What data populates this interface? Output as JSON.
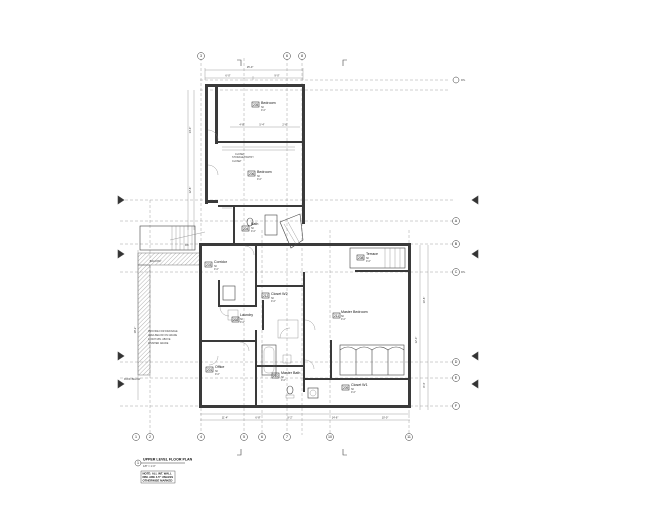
{
  "drawing": {
    "title_block": {
      "view_number": "1",
      "title": "UPPER LEVEL FLOOR PLAN",
      "scale": "1/8\" = 1'-0\"",
      "note_lines": [
        "NOTE: ALL INT. WALL",
        "DIM. ARE 4.5\" UNLESS",
        "OTHERWISE MARKED"
      ]
    },
    "grid_bubbles_top": [
      "3",
      "6",
      "8"
    ],
    "grid_bubbles_bottom": [
      "1",
      "2",
      "4",
      "5",
      "6",
      "7",
      "10",
      "11"
    ],
    "grid_bubbles_right": [
      "A",
      "B",
      "C",
      "D",
      "E",
      "F"
    ],
    "level_tags": [
      "FIN.",
      "FIN."
    ],
    "rooms": [
      {
        "id": "bedroom-1",
        "number": "205",
        "name": "Bedroom",
        "area": "SF",
        "height": "9'-0\""
      },
      {
        "id": "bedroom-2",
        "number": "206",
        "name": "Bedroom",
        "area": "SF",
        "height": "9'-0\""
      },
      {
        "id": "bath",
        "number": "204",
        "name": "Bath",
        "area": "SF",
        "height": "9'-0\""
      },
      {
        "id": "corridor",
        "number": "203",
        "name": "Corridor",
        "area": "SF",
        "height": "9'-0\""
      },
      {
        "id": "terrace",
        "number": "208",
        "name": "Terrace",
        "area": "SF",
        "height": "9'-0\""
      },
      {
        "id": "closet-w2",
        "number": "212",
        "name": "Closet W2",
        "area": "SF",
        "height": "9'-0\""
      },
      {
        "id": "laundry",
        "number": "202",
        "name": "Laundry",
        "area": "SF",
        "height": "9'-0\""
      },
      {
        "id": "master-bedroom",
        "number": "211",
        "name": "Master Bedroom",
        "area": "SF",
        "height": "9'-0\""
      },
      {
        "id": "office",
        "number": "201",
        "name": "Office",
        "area": "SF",
        "height": "9'-0\""
      },
      {
        "id": "master-bath",
        "number": "210",
        "name": "Master Bath",
        "area": "SF",
        "height": "9'-0\""
      },
      {
        "id": "closet-w1",
        "number": "209",
        "name": "Closet W1",
        "area": "SF",
        "height": "9'-0\""
      }
    ],
    "annotations": {
      "left_note": [
        "PROVIDE FOR DRAINAGE",
        "AREA BELOW ON GRADE",
        "4-INCH MIN. ABOVE",
        "FINISHED GRADE"
      ],
      "storage_note": [
        "STORAGE/PANTRY",
        "CLOSET"
      ],
      "roof_below": "ROOF BELOW",
      "closet": "CLOSET",
      "stair": "DN",
      "balcony": "BALCONY"
    },
    "dims": {
      "top_overall": "15'-0\"",
      "top_a": "6'-0\"",
      "top_b": "9'-0\"",
      "mid_a": "4'-8\"",
      "mid_b": "5'-4\"",
      "mid_c": "2'-6\"",
      "right_a": "10'-6\"",
      "right_b": "12'-0\"",
      "right_c": "8'-4\"",
      "bottom_a": "11'-4\"",
      "bottom_b": "6'-8\"",
      "bottom_c": "9'-2\"",
      "bottom_d": "14'-6\"",
      "bottom_e": "10'-0\"",
      "left_a": "14'-0\"",
      "left_b": "12'-6\"",
      "left_c": "18'-2\""
    }
  }
}
